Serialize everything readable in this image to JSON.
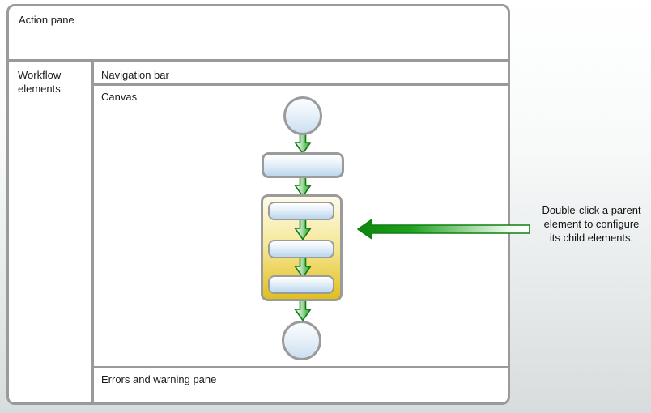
{
  "panes": {
    "action_pane_label": "Action pane",
    "workflow_elements_label": "Workflow elements",
    "navigation_bar_label": "Navigation bar",
    "canvas_label": "Canvas",
    "errors_pane_label": "Errors and warning pane"
  },
  "canvas_flowchart": {
    "description": "Workflow sequence shown on the canvas",
    "sequence": [
      "start-circle",
      "workflow-element",
      "parent-element-with-3-child-elements",
      "end-circle"
    ],
    "parent_child_count": 3
  },
  "annotation": {
    "full_text": "Double-click a parent element to configure its child elements.",
    "lines": [
      "Double-click a parent",
      "element to configure",
      "its child elements."
    ]
  },
  "colors": {
    "panel_border_gray": "#9a9a9a",
    "arrow_green_dark": "#0d7c12",
    "arrow_green": "#1e9c1e",
    "node_blue_top": "#ffffff",
    "node_blue_bottom": "#bed8ee",
    "parent_yellow_top": "#fdfbec",
    "parent_yellow_bottom": "#e1bf1e",
    "background_bottom_gray": "#d7dcdc"
  }
}
